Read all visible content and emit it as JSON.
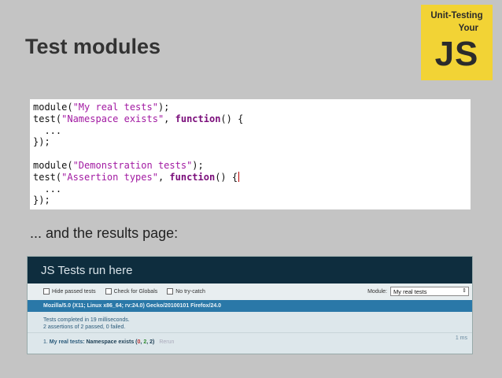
{
  "slide": {
    "title": "Test modules",
    "caption": "... and the results page:"
  },
  "logo": {
    "line1": "Unit-Testing",
    "line2": "Your",
    "line3": "JS"
  },
  "code": {
    "l1_a": "module(",
    "l1_str": "\"My real tests\"",
    "l1_b": ");",
    "l2_a": "test(",
    "l2_str": "\"Namespace exists\"",
    "l2_b": ", ",
    "l2_kw": "function",
    "l2_c": "() {",
    "l3": "  ...",
    "l4": "});",
    "l5": "",
    "l6_a": "module(",
    "l6_str": "\"Demonstration tests\"",
    "l6_b": ");",
    "l7_a": "test(",
    "l7_str": "\"Assertion types\"",
    "l7_b": ", ",
    "l7_kw": "function",
    "l7_c": "() {",
    "l8": "  ...",
    "l9": "});"
  },
  "qunit": {
    "header": "JS Tests run here",
    "toolbar": {
      "hide_passed": "Hide passed tests",
      "check_globals": "Check for Globals",
      "no_try_catch": "No try-catch",
      "module_label": "Module:",
      "module_selected": "My real tests"
    },
    "user_agent": "Mozilla/5.0 (X11; Linux x86_64; rv:24.0) Gecko/20100101 Firefox/24.0",
    "result_line1": "Tests completed in 19 milliseconds.",
    "result_line2": "2 assertions of 2 passed, 0 failed.",
    "test": {
      "index": "1.",
      "module": "My real tests:",
      "name": "Namespace exists",
      "counts_open": "(",
      "failed": "0",
      "sep1": ", ",
      "passed": "2",
      "sep2": ", ",
      "total": "2",
      "counts_close": ")",
      "rerun": "Rerun",
      "runtime": "1 ms"
    }
  }
}
